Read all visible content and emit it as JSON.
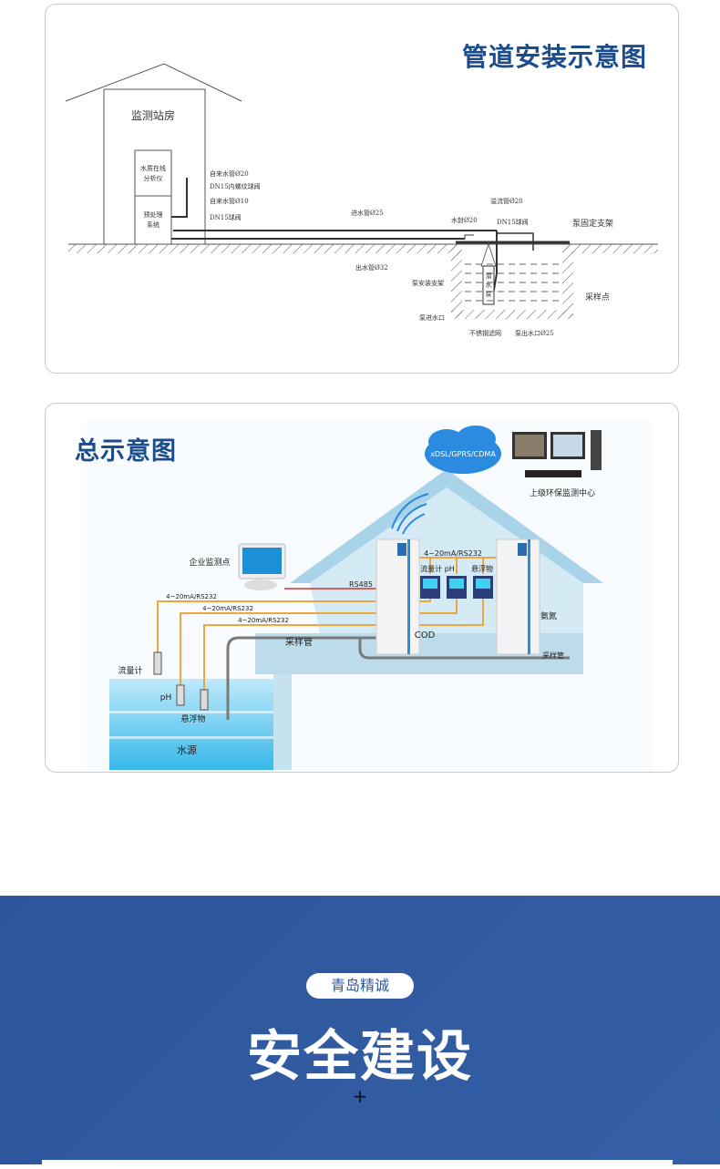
{
  "section1": {
    "title": "管道安装示意图",
    "labels": {
      "station": "监测站房",
      "analyzer_1": "水质在线",
      "analyzer_2": "分析仪",
      "pretreat_1": "预处理",
      "pretreat_2": "系统",
      "tap20": "自来水管Ø20",
      "valve_inner": "DN15内螺纹球阀",
      "tap10": "自来水管Ø10",
      "valve1": "DN15球阀",
      "inlet": "进水管Ø25",
      "outlet": "出水管Ø32",
      "overflow": "溢流管Ø20",
      "seal": "水封Ø20",
      "valve2": "DN15球阀",
      "pump_fixed": "泵固定支架",
      "pump_mount": "泵安装支架",
      "pump_1": "潜",
      "pump_2": "水",
      "pump_3": "泵",
      "sample_point": "采样点",
      "pump_in": "泵进水口",
      "filter": "不锈钢滤网",
      "pump_out": "泵出水口Ø25"
    }
  },
  "section2": {
    "title": "总示意图",
    "labels": {
      "cloud": "xDSL/GPRS/CDMA",
      "center": "上级环保监测中心",
      "enterprise": "企业监测点",
      "signal_top": "4~20mA/RS232",
      "rs485": "RS485",
      "flow_ph": "流量计 pH",
      "ss_top": "悬浮物",
      "sig1": "4~20mA/RS232",
      "sig2": "4~20mA/RS232",
      "sig3": "4~20mA/RS232",
      "ammonia": "氨氮",
      "cod": "COD",
      "sample_pipe_1": "采样管",
      "sample_pipe_2": "采样管",
      "flowmeter": "流量计",
      "ph": "pH",
      "ss": "悬浮物",
      "water_source": "水源"
    }
  },
  "banner": {
    "badge": "青岛精诚",
    "title": "安全建设",
    "plus": "+",
    "color": "#2f58a0"
  }
}
